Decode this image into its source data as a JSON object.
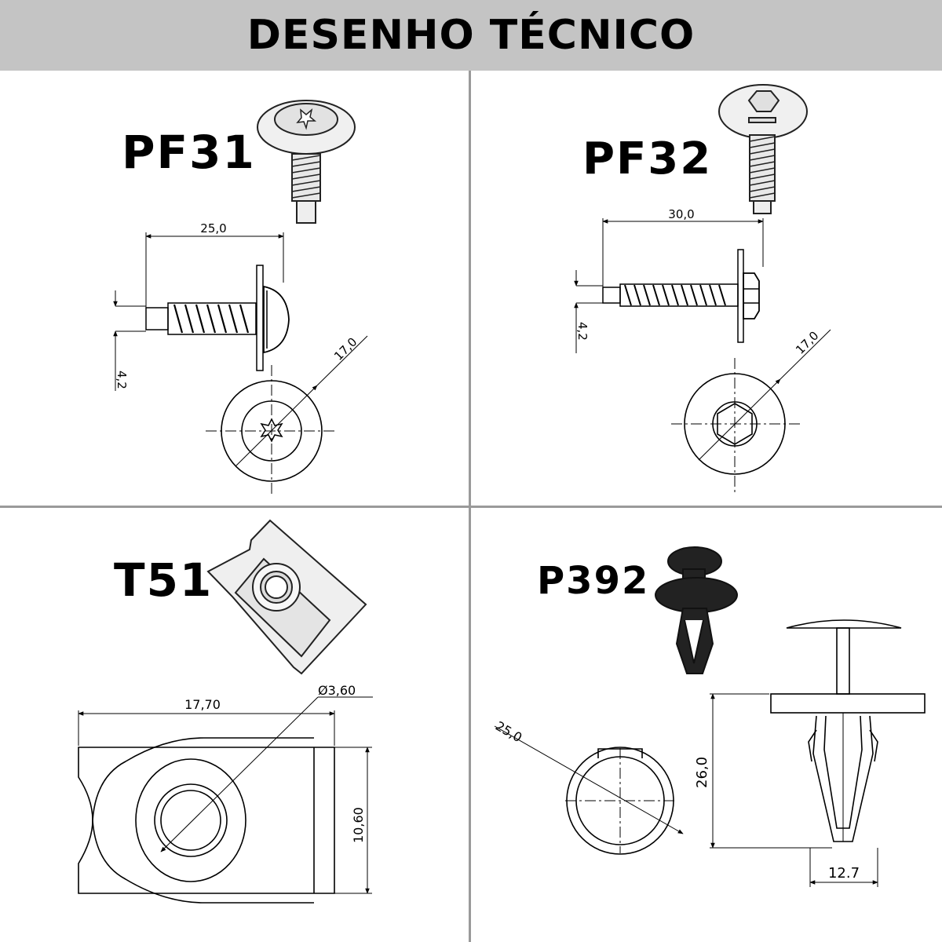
{
  "header": {
    "title": "DESENHO TÉCNICO",
    "background": "#c4c4c4"
  },
  "parts": [
    {
      "model": "PF31",
      "dimensions": {
        "length": "25,0",
        "thread_diameter": "4,2",
        "head_diameter": "17,0"
      }
    },
    {
      "model": "PF32",
      "dimensions": {
        "length": "30,0",
        "thread_diameter": "4,2",
        "head_diameter": "17,0"
      }
    },
    {
      "model": "T51",
      "dimensions": {
        "width": "17,70",
        "height": "10,60",
        "hole_diameter": "Ø3,60"
      }
    },
    {
      "model": "P392",
      "dimensions": {
        "head_diameter": "25,0",
        "height": "26,0",
        "base_width": "12.7"
      }
    }
  ]
}
